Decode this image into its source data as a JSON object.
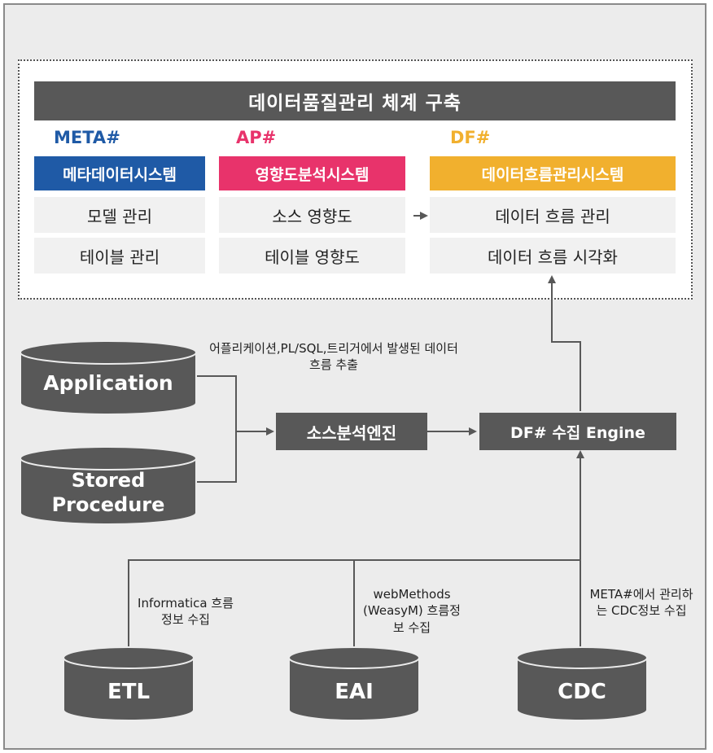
{
  "header": {
    "title": "데이터품질관리 체계 구축"
  },
  "systems": [
    {
      "brand": "META#",
      "brand_color": "#1f5aa6",
      "name": "메타데이터시스템",
      "color": "#1f5aa6",
      "items": [
        "모델 관리",
        "테이블 관리"
      ]
    },
    {
      "brand": "AP#",
      "brand_color": "#e8336b",
      "name": "영향도분석시스템",
      "color": "#e8336b",
      "items": [
        "소스 영향도",
        "테이블 영향도"
      ]
    },
    {
      "brand": "DF#",
      "brand_color": "#f1b02e",
      "name": "데이터흐름관리시스템",
      "color": "#f1b02e",
      "items": [
        "데이터 흐름 관리",
        "데이터 흐름 시각화"
      ]
    }
  ],
  "sources": {
    "application": "Application",
    "stored_procedure": "Stored Procedure"
  },
  "annotation_source": "어플리케이션,PL/SQL,트리거에서 발생된 데이터 흐름 추출",
  "engines": {
    "source_analysis": "소스분석엔진",
    "collect": "DF# 수집 Engine"
  },
  "bottom": [
    {
      "label": "ETL",
      "note": "Informatica 흐름정보 수집"
    },
    {
      "label": "EAI",
      "note": "webMethods (WeasyM) 흐름정보 수집"
    },
    {
      "label": "CDC",
      "note": "META#에서 관리하는 CDC정보 수집"
    }
  ],
  "colors": {
    "dark": "#585858",
    "panel": "#ececec",
    "line": "#585858"
  }
}
